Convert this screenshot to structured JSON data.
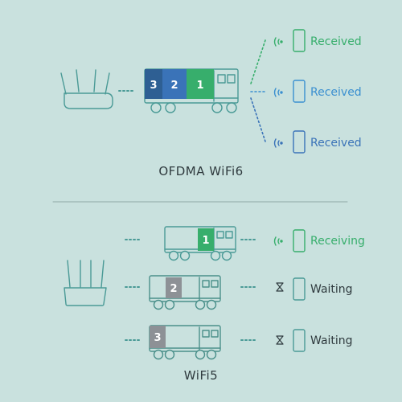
{
  "colors": {
    "background": "#c9e1de",
    "outline": "#4a9a96",
    "green": "#37ae6c",
    "blue_light": "#3a8fd0",
    "blue_mid": "#3a73b8",
    "blue_dark": "#2e5f93",
    "gray": "#8d9196",
    "text": "#2f3a3e"
  },
  "ofdma": {
    "title": "OFDMA WiFi6",
    "packets": [
      "3",
      "2",
      "1"
    ],
    "devices": [
      {
        "status": "Received",
        "color": "#37ae6c",
        "icon": "wifi-signal-icon"
      },
      {
        "status": "Received",
        "color": "#3a8fd0",
        "icon": "wifi-signal-icon"
      },
      {
        "status": "Received",
        "color": "#3a73b8",
        "icon": "wifi-signal-icon"
      }
    ]
  },
  "wifi5": {
    "title": "WiFi5",
    "lanes": [
      {
        "packet": "1",
        "status": "Receiving",
        "color": "#37ae6c",
        "icon": "wifi-signal-icon"
      },
      {
        "packet": "2",
        "status": "Waiting",
        "color": "#2f3a3e",
        "icon": "hourglass-icon"
      },
      {
        "packet": "3",
        "status": "Waiting",
        "color": "#2f3a3e",
        "icon": "hourglass-icon"
      }
    ]
  }
}
